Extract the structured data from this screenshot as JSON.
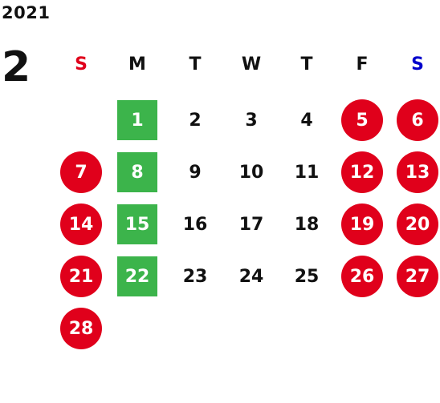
{
  "year": "2021",
  "month": "2",
  "weekdays": [
    {
      "label": "S",
      "color": "#e0001b"
    },
    {
      "label": "M",
      "color": "#111111"
    },
    {
      "label": "T",
      "color": "#111111"
    },
    {
      "label": "W",
      "color": "#111111"
    },
    {
      "label": "T",
      "color": "#111111"
    },
    {
      "label": "F",
      "color": "#111111"
    },
    {
      "label": "S",
      "color": "#0000cc"
    }
  ],
  "colors": {
    "holiday_red": "#e0001b",
    "highlight_green": "#3cb44b",
    "saturday_blue": "#0000cc"
  },
  "weeks": [
    [
      null,
      {
        "d": "1",
        "s": "green"
      },
      {
        "d": "2"
      },
      {
        "d": "3"
      },
      {
        "d": "4"
      },
      {
        "d": "5",
        "s": "red"
      },
      {
        "d": "6",
        "s": "red"
      }
    ],
    [
      {
        "d": "7",
        "s": "red"
      },
      {
        "d": "8",
        "s": "green"
      },
      {
        "d": "9"
      },
      {
        "d": "10"
      },
      {
        "d": "11"
      },
      {
        "d": "12",
        "s": "red"
      },
      {
        "d": "13",
        "s": "red"
      }
    ],
    [
      {
        "d": "14",
        "s": "red"
      },
      {
        "d": "15",
        "s": "green"
      },
      {
        "d": "16"
      },
      {
        "d": "17"
      },
      {
        "d": "18"
      },
      {
        "d": "19",
        "s": "red"
      },
      {
        "d": "20",
        "s": "red"
      }
    ],
    [
      {
        "d": "21",
        "s": "red"
      },
      {
        "d": "22",
        "s": "green"
      },
      {
        "d": "23"
      },
      {
        "d": "24"
      },
      {
        "d": "25"
      },
      {
        "d": "26",
        "s": "red"
      },
      {
        "d": "27",
        "s": "red"
      }
    ],
    [
      {
        "d": "28",
        "s": "red"
      },
      null,
      null,
      null,
      null,
      null,
      null
    ]
  ]
}
